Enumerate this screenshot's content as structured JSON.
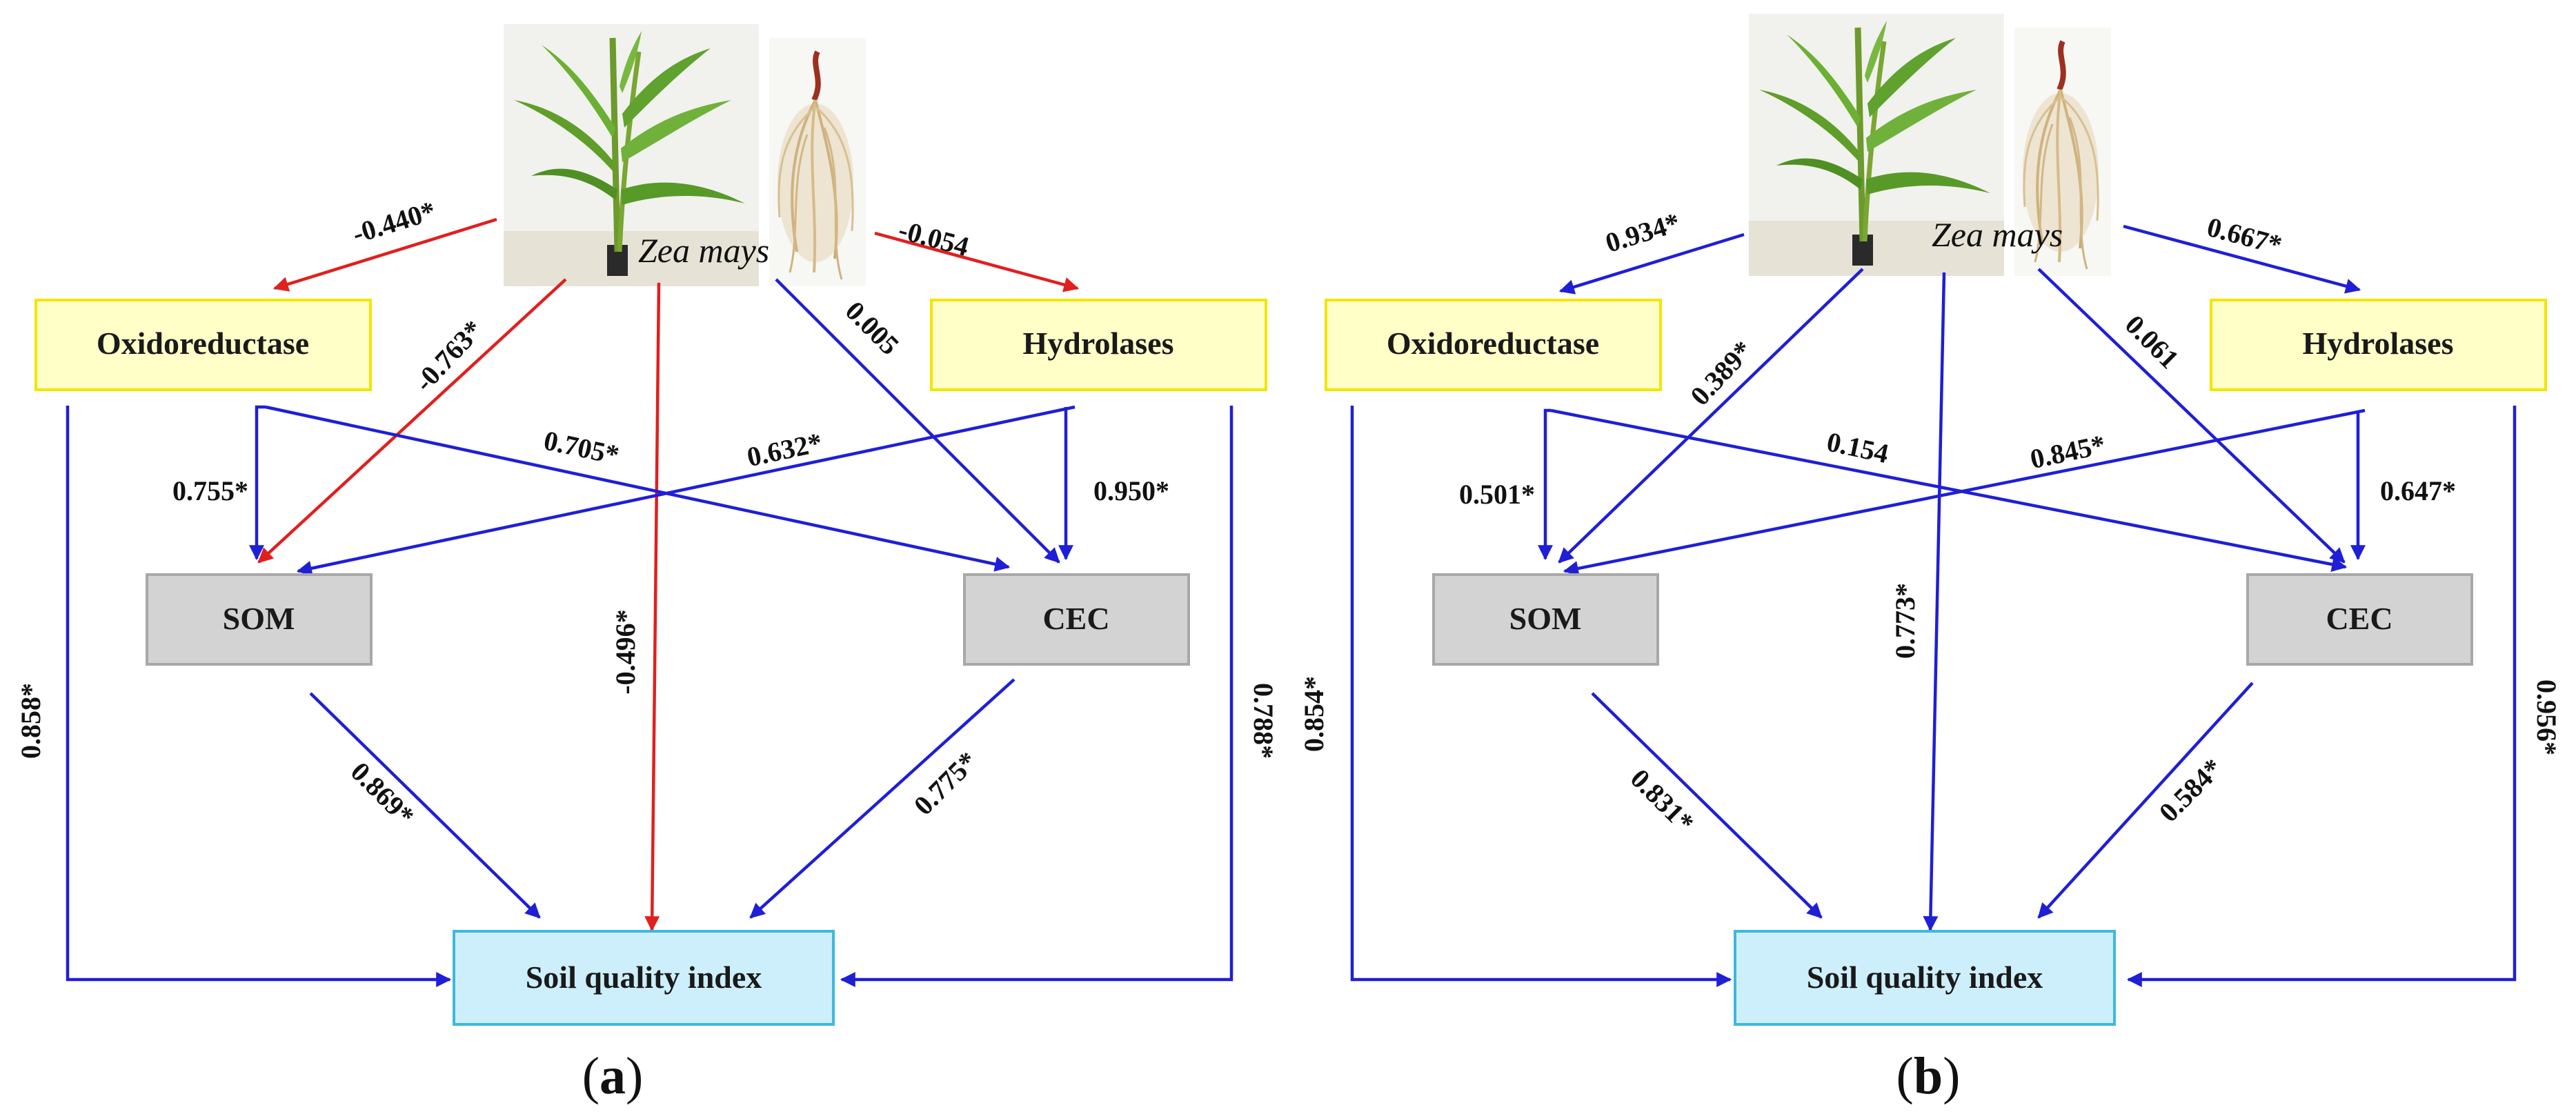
{
  "colors": {
    "positive_path": "#1f1fd6",
    "negative_path": "#e0201e",
    "enzyme_box_fill": "#ffffc8",
    "enzyme_box_border": "#f2e600",
    "property_box_fill": "#d3d3d3",
    "index_box_fill": "#cdeffb"
  },
  "panels": [
    {
      "panel_label": "a",
      "plant_caption": "Zea mays",
      "nodes": {
        "oxidoreductase": "Oxidoreductase",
        "hydrolases": "Hydrolases",
        "som": "SOM",
        "cec": "CEC",
        "sqi": "Soil quality index"
      },
      "coefficients": {
        "plant_to_oxidoreductase": "-0.440*",
        "plant_to_hydrolases": "-0.054",
        "plant_to_som": "-0.763*",
        "plant_to_sqi": "-0.496*",
        "plant_to_cec": "0.005",
        "oxidoreductase_to_som": "0.755*",
        "oxidoreductase_to_cec": "0.705*",
        "hydrolases_to_som": "0.632*",
        "hydrolases_to_cec": "0.950*",
        "oxidoreductase_to_sqi": "0.858*",
        "hydrolases_to_sqi": "0.788*",
        "som_to_sqi": "0.869*",
        "cec_to_sqi": "0.775*"
      }
    },
    {
      "panel_label": "b",
      "plant_caption": "Zea mays",
      "nodes": {
        "oxidoreductase": "Oxidoreductase",
        "hydrolases": "Hydrolases",
        "som": "SOM",
        "cec": "CEC",
        "sqi": "Soil quality index"
      },
      "coefficients": {
        "plant_to_oxidoreductase": "0.934*",
        "plant_to_hydrolases": "0.667*",
        "plant_to_som": "0.389*",
        "plant_to_sqi": "0.773*",
        "plant_to_cec": "0.061",
        "oxidoreductase_to_som": "0.501*",
        "oxidoreductase_to_cec": "0.154",
        "hydrolases_to_som": "0.845*",
        "hydrolases_to_cec": "0.647*",
        "oxidoreductase_to_sqi": "0.854*",
        "hydrolases_to_sqi": "0.956*",
        "som_to_sqi": "0.831*",
        "cec_to_sqi": "0.584*"
      }
    }
  ]
}
